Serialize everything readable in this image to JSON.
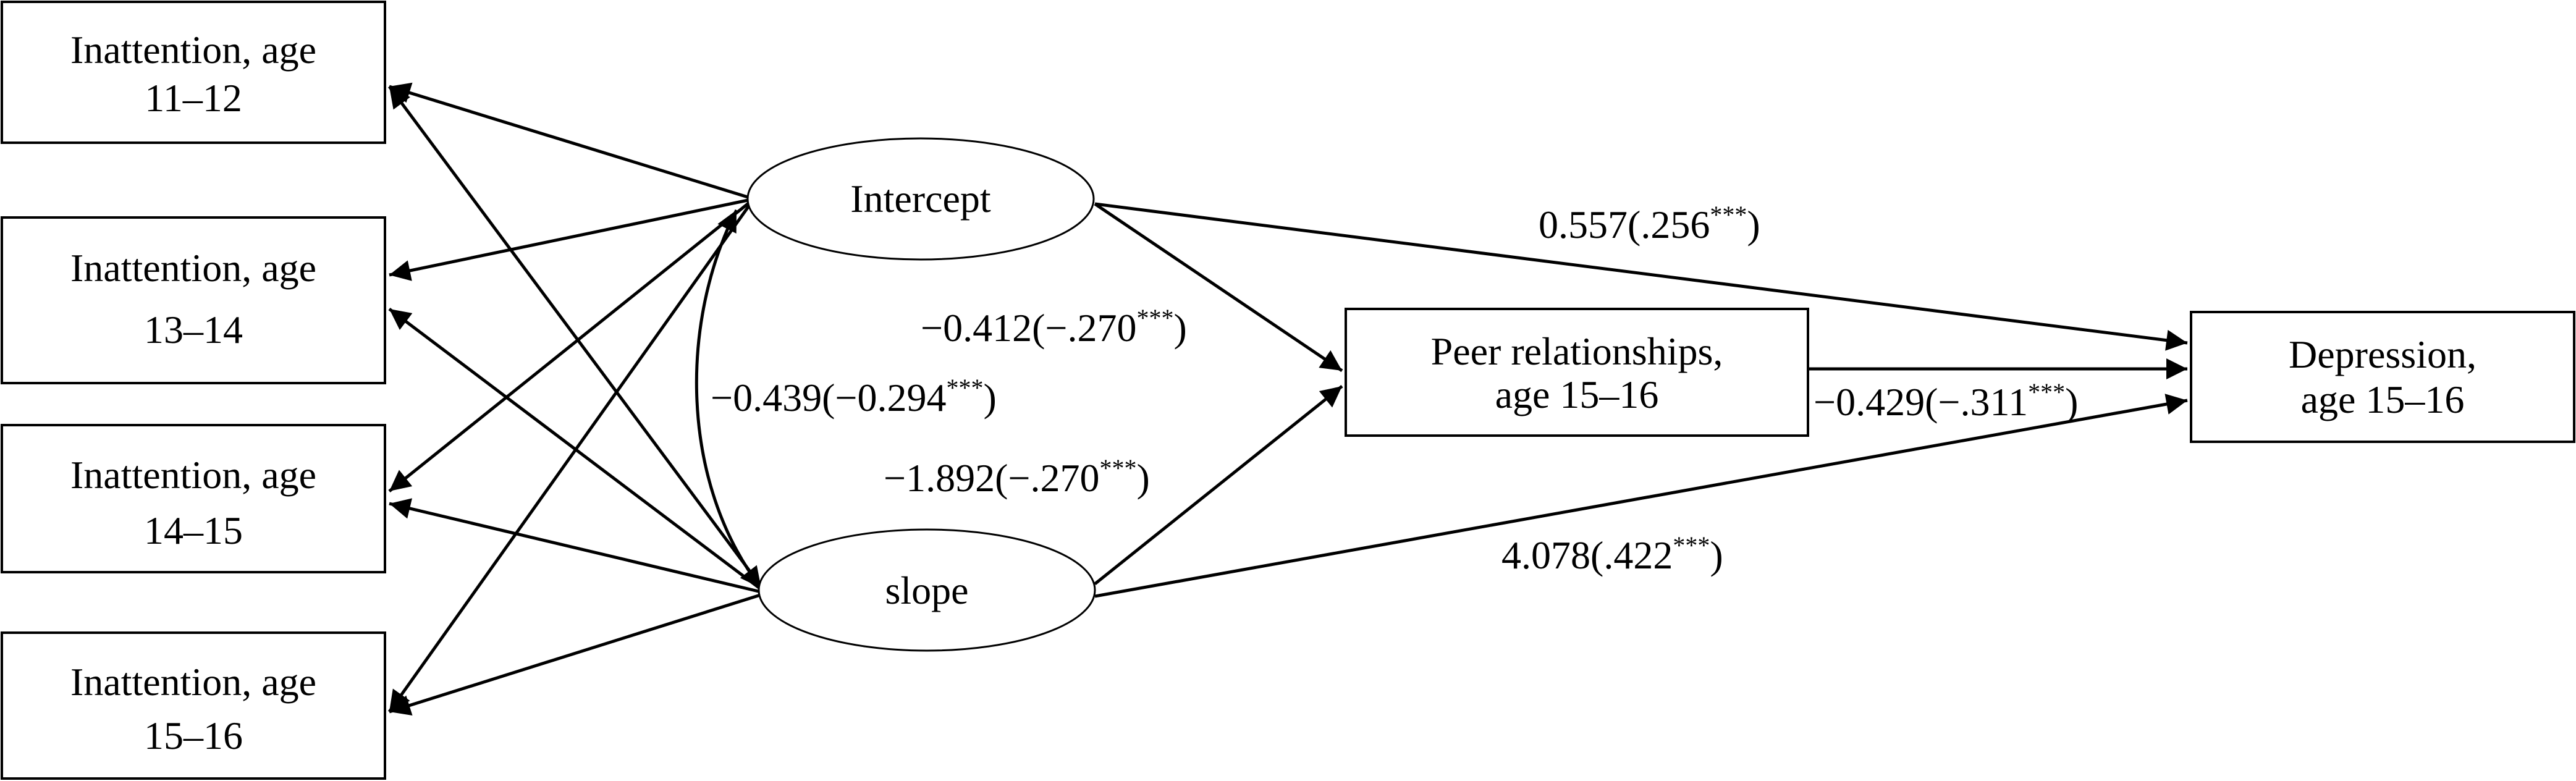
{
  "nodes": {
    "inatt_11_12": {
      "line1": "Inattention, age",
      "line2": "11–12"
    },
    "inatt_13_14": {
      "line1": "Inattention, age",
      "line2": "13–14"
    },
    "inatt_14_15": {
      "line1": "Inattention, age",
      "line2": "14–15"
    },
    "inatt_15_16": {
      "line1": "Inattention, age",
      "line2": "15–16"
    },
    "intercept": {
      "label": "Intercept"
    },
    "slope": {
      "label": "slope"
    },
    "peer": {
      "line1": "Peer relationships,",
      "line2": "age 15–16"
    },
    "depression": {
      "line1": "Depression,",
      "line2": "age 15–16"
    }
  },
  "coefficients": {
    "intercept_depression": {
      "main": "0.557(.256",
      "sig": "***",
      "close": ")"
    },
    "intercept_peer": {
      "main": "−0.412(−.270",
      "sig": "***",
      "close": ")"
    },
    "intercept_slope_cov": {
      "main": "−0.439(−0.294",
      "sig": "***",
      "close": ")"
    },
    "slope_peer": {
      "main": "−1.892(−.270",
      "sig": "***",
      "close": ")"
    },
    "peer_depression": {
      "main": "−0.429(−.311",
      "sig": "***",
      "close": ")"
    },
    "slope_depression": {
      "main": "4.078(.422",
      "sig": "***",
      "close": ")"
    }
  }
}
